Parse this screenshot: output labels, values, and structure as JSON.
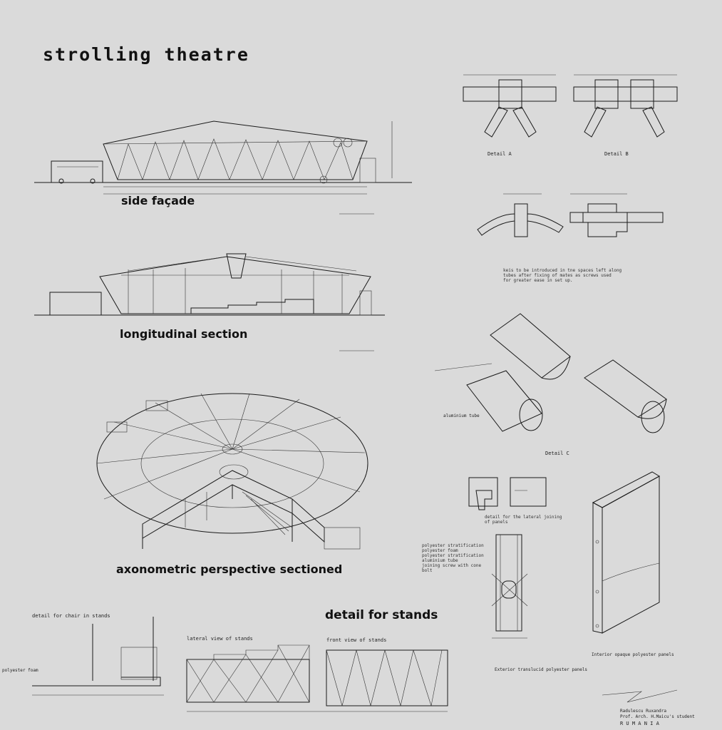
{
  "sheet": {
    "title": "strolling theatre",
    "sections": {
      "side_facade": "side façade",
      "longitudinal": "longitudinal section",
      "axonometric": "axonometric perspective sectioned",
      "stands": "detail for stands"
    },
    "details": {
      "detail_a": "Detail A",
      "detail_b": "Detail B",
      "detail_c": "Detail C",
      "ring_note": "keis to be introduced in tne spaces left along\ntubes after fixing of mates as screws used\nfor greater ease in set up.",
      "tube_label": "aluminium tube",
      "joint_note": "detail for the lateral joining\nof panels",
      "panel_note": "polyester stratification\npolyester foam\npolyester stratification\naluminium tube\njoining screw with cone\nbolt",
      "ext_panel": "Exterior translucid polyester panels",
      "int_panel": "Interior opaque polyester panels",
      "chair": "detail for chair in stands",
      "lateral_view": "lateral view of stands",
      "front_view": "front view of stands",
      "foam": "polyester foam"
    },
    "author": {
      "line1": "Radulescu Ruxandra",
      "line2": "Prof. Arch. H.Maicu's student",
      "country": "R U M A N I A"
    }
  }
}
